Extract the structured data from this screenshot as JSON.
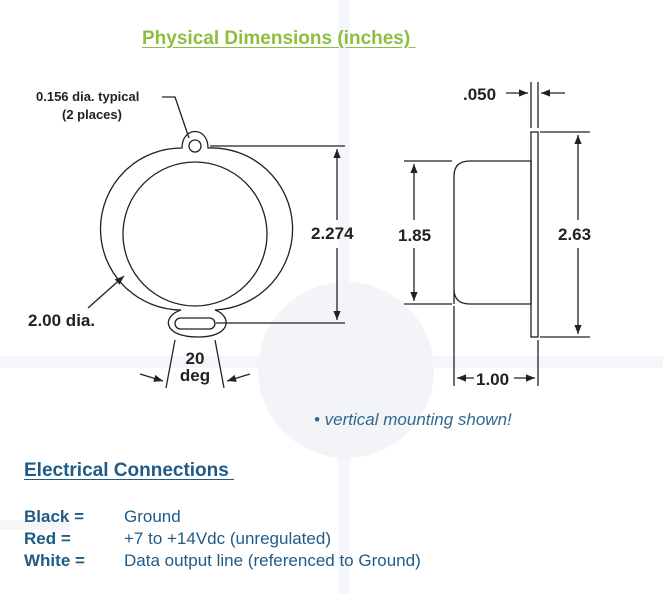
{
  "title": "Physical Dimensions (inches) ",
  "left_view": {
    "hole_label_line1": "0.156 dia. typical",
    "hole_label_line2": "(2 places)",
    "diameter_label": "2.00 dia.",
    "height_label": "2.274",
    "angle_value": "20",
    "angle_unit": "deg"
  },
  "side_view": {
    "thickness_label": ".050",
    "body_height_label": "1.85",
    "flange_height_label": "2.63",
    "depth_label": "1.00"
  },
  "note": "• vertical mounting shown!",
  "electrical": {
    "title": "Electrical Connections ",
    "rows": [
      {
        "wire": "Black =",
        "meaning": "Ground"
      },
      {
        "wire": "Red =",
        "meaning": "+7 to +14Vdc (unregulated)"
      },
      {
        "wire": "White =",
        "meaning": "Data output line (referenced to Ground)"
      }
    ]
  },
  "colors": {
    "title": "#8cbf3f",
    "accent": "#1f5b86",
    "line": "#222222"
  }
}
